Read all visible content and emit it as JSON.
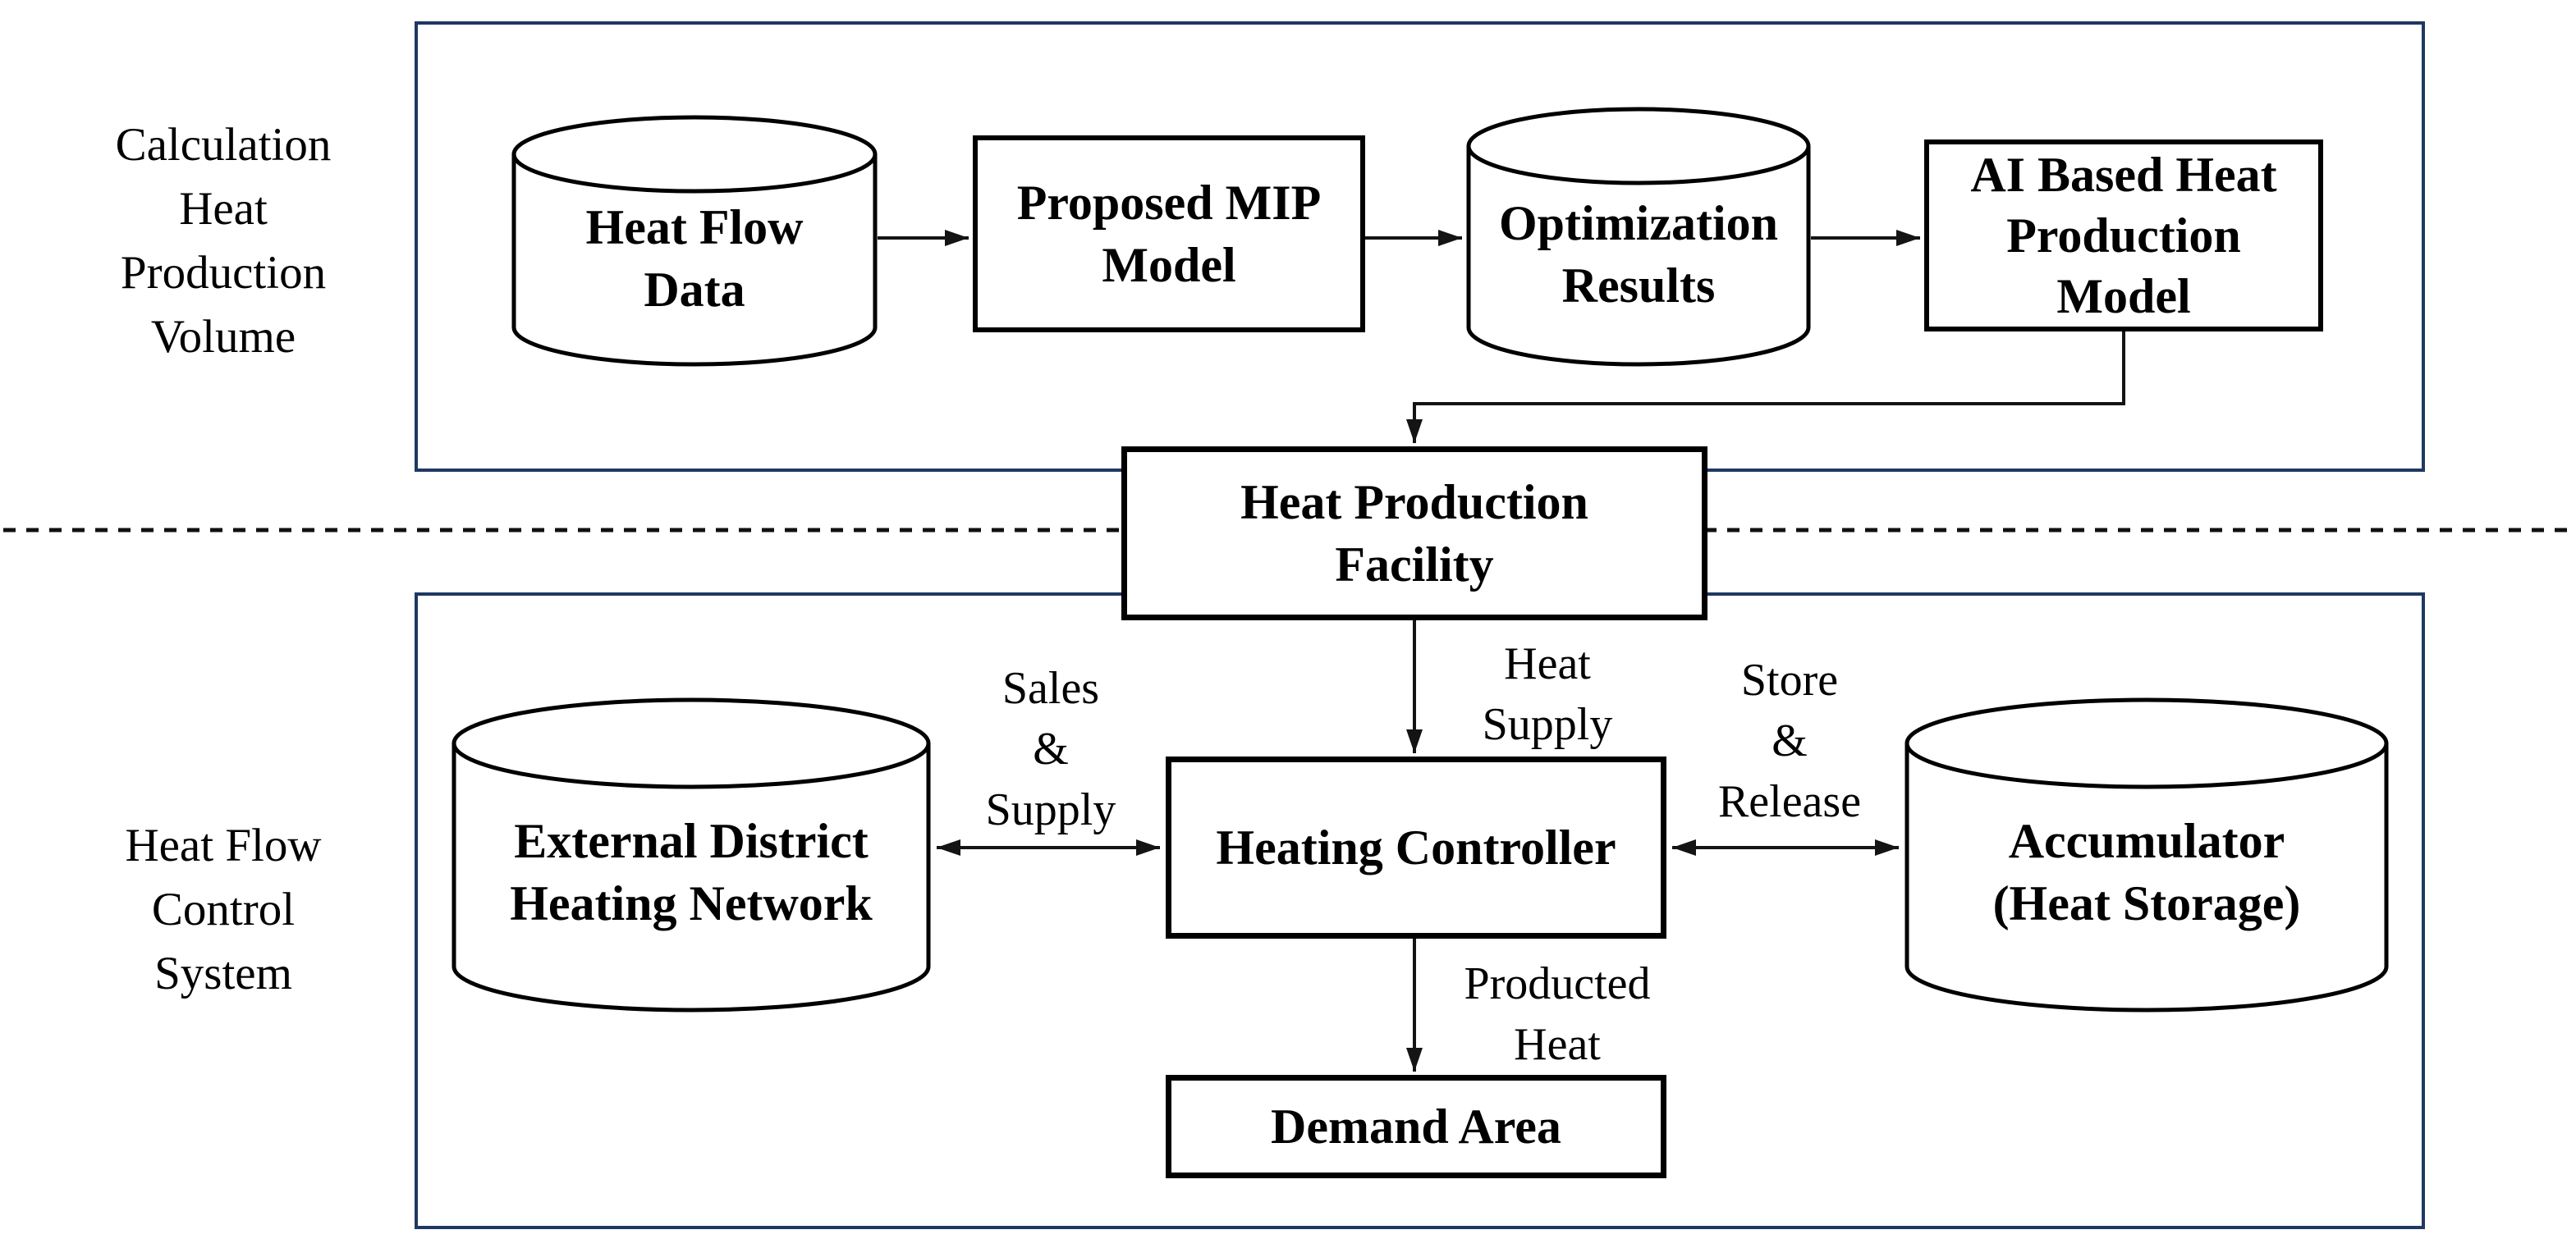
{
  "sections": {
    "top": {
      "label": "Calculation\nHeat\nProduction\nVolume"
    },
    "bottom": {
      "label": "Heat Flow\nControl\nSystem"
    }
  },
  "nodes": {
    "heat_flow_data": {
      "label": "Heat Flow\nData",
      "shape": "cylinder"
    },
    "proposed_mip_model": {
      "label": "Proposed MIP\nModel",
      "shape": "rect"
    },
    "optimization_results": {
      "label": "Optimization\nResults",
      "shape": "cylinder"
    },
    "ai_based_heat_production_model": {
      "label": "AI Based Heat\nProduction\nModel",
      "shape": "rect"
    },
    "heat_production_facility": {
      "label": "Heat Production\nFacility",
      "shape": "rect"
    },
    "external_district_heating_network": {
      "label": "External District\nHeating Network",
      "shape": "cylinder"
    },
    "heating_controller": {
      "label": "Heating Controller",
      "shape": "rect"
    },
    "accumulator": {
      "label": "Accumulator\n(Heat Storage)",
      "shape": "cylinder"
    },
    "demand_area": {
      "label": "Demand Area",
      "shape": "rect"
    }
  },
  "edge_labels": {
    "sales_supply": "Sales\n&\nSupply",
    "heat_supply": "Heat\nSupply",
    "store_release": "Store\n&\nRelease",
    "producted_heat": "Producted\nHeat"
  },
  "colors": {
    "section_border": "#1f3864",
    "shape_border": "#000000",
    "connector": "#141414",
    "background": "#ffffff",
    "text": "#000000"
  }
}
